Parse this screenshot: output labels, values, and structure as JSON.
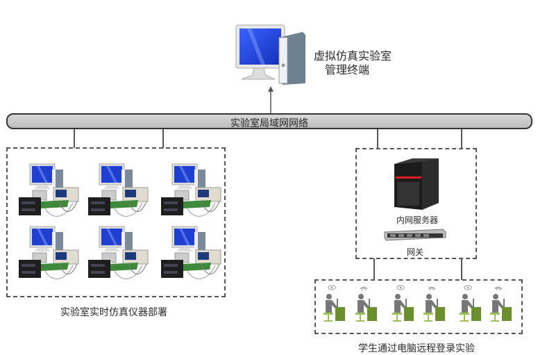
{
  "terminal": {
    "label_line1": "虚拟仿真实验室",
    "label_line2": "管理终端"
  },
  "network": {
    "label": "实验室局域网网络"
  },
  "lab": {
    "label": "实验室实时仿真仪器部署",
    "station_count": 6
  },
  "server_group": {
    "server_label": "内网服务器",
    "gateway_label": "网关"
  },
  "students": {
    "label": "学生通过电脑远程登录实验",
    "signals": [
      "eye",
      "wifi",
      "eye",
      "wifi",
      "eye",
      "wifi"
    ]
  },
  "colors": {
    "screen": "#1f3fd0",
    "student_green": "#6a8f2e",
    "server_red": "#e02020"
  }
}
